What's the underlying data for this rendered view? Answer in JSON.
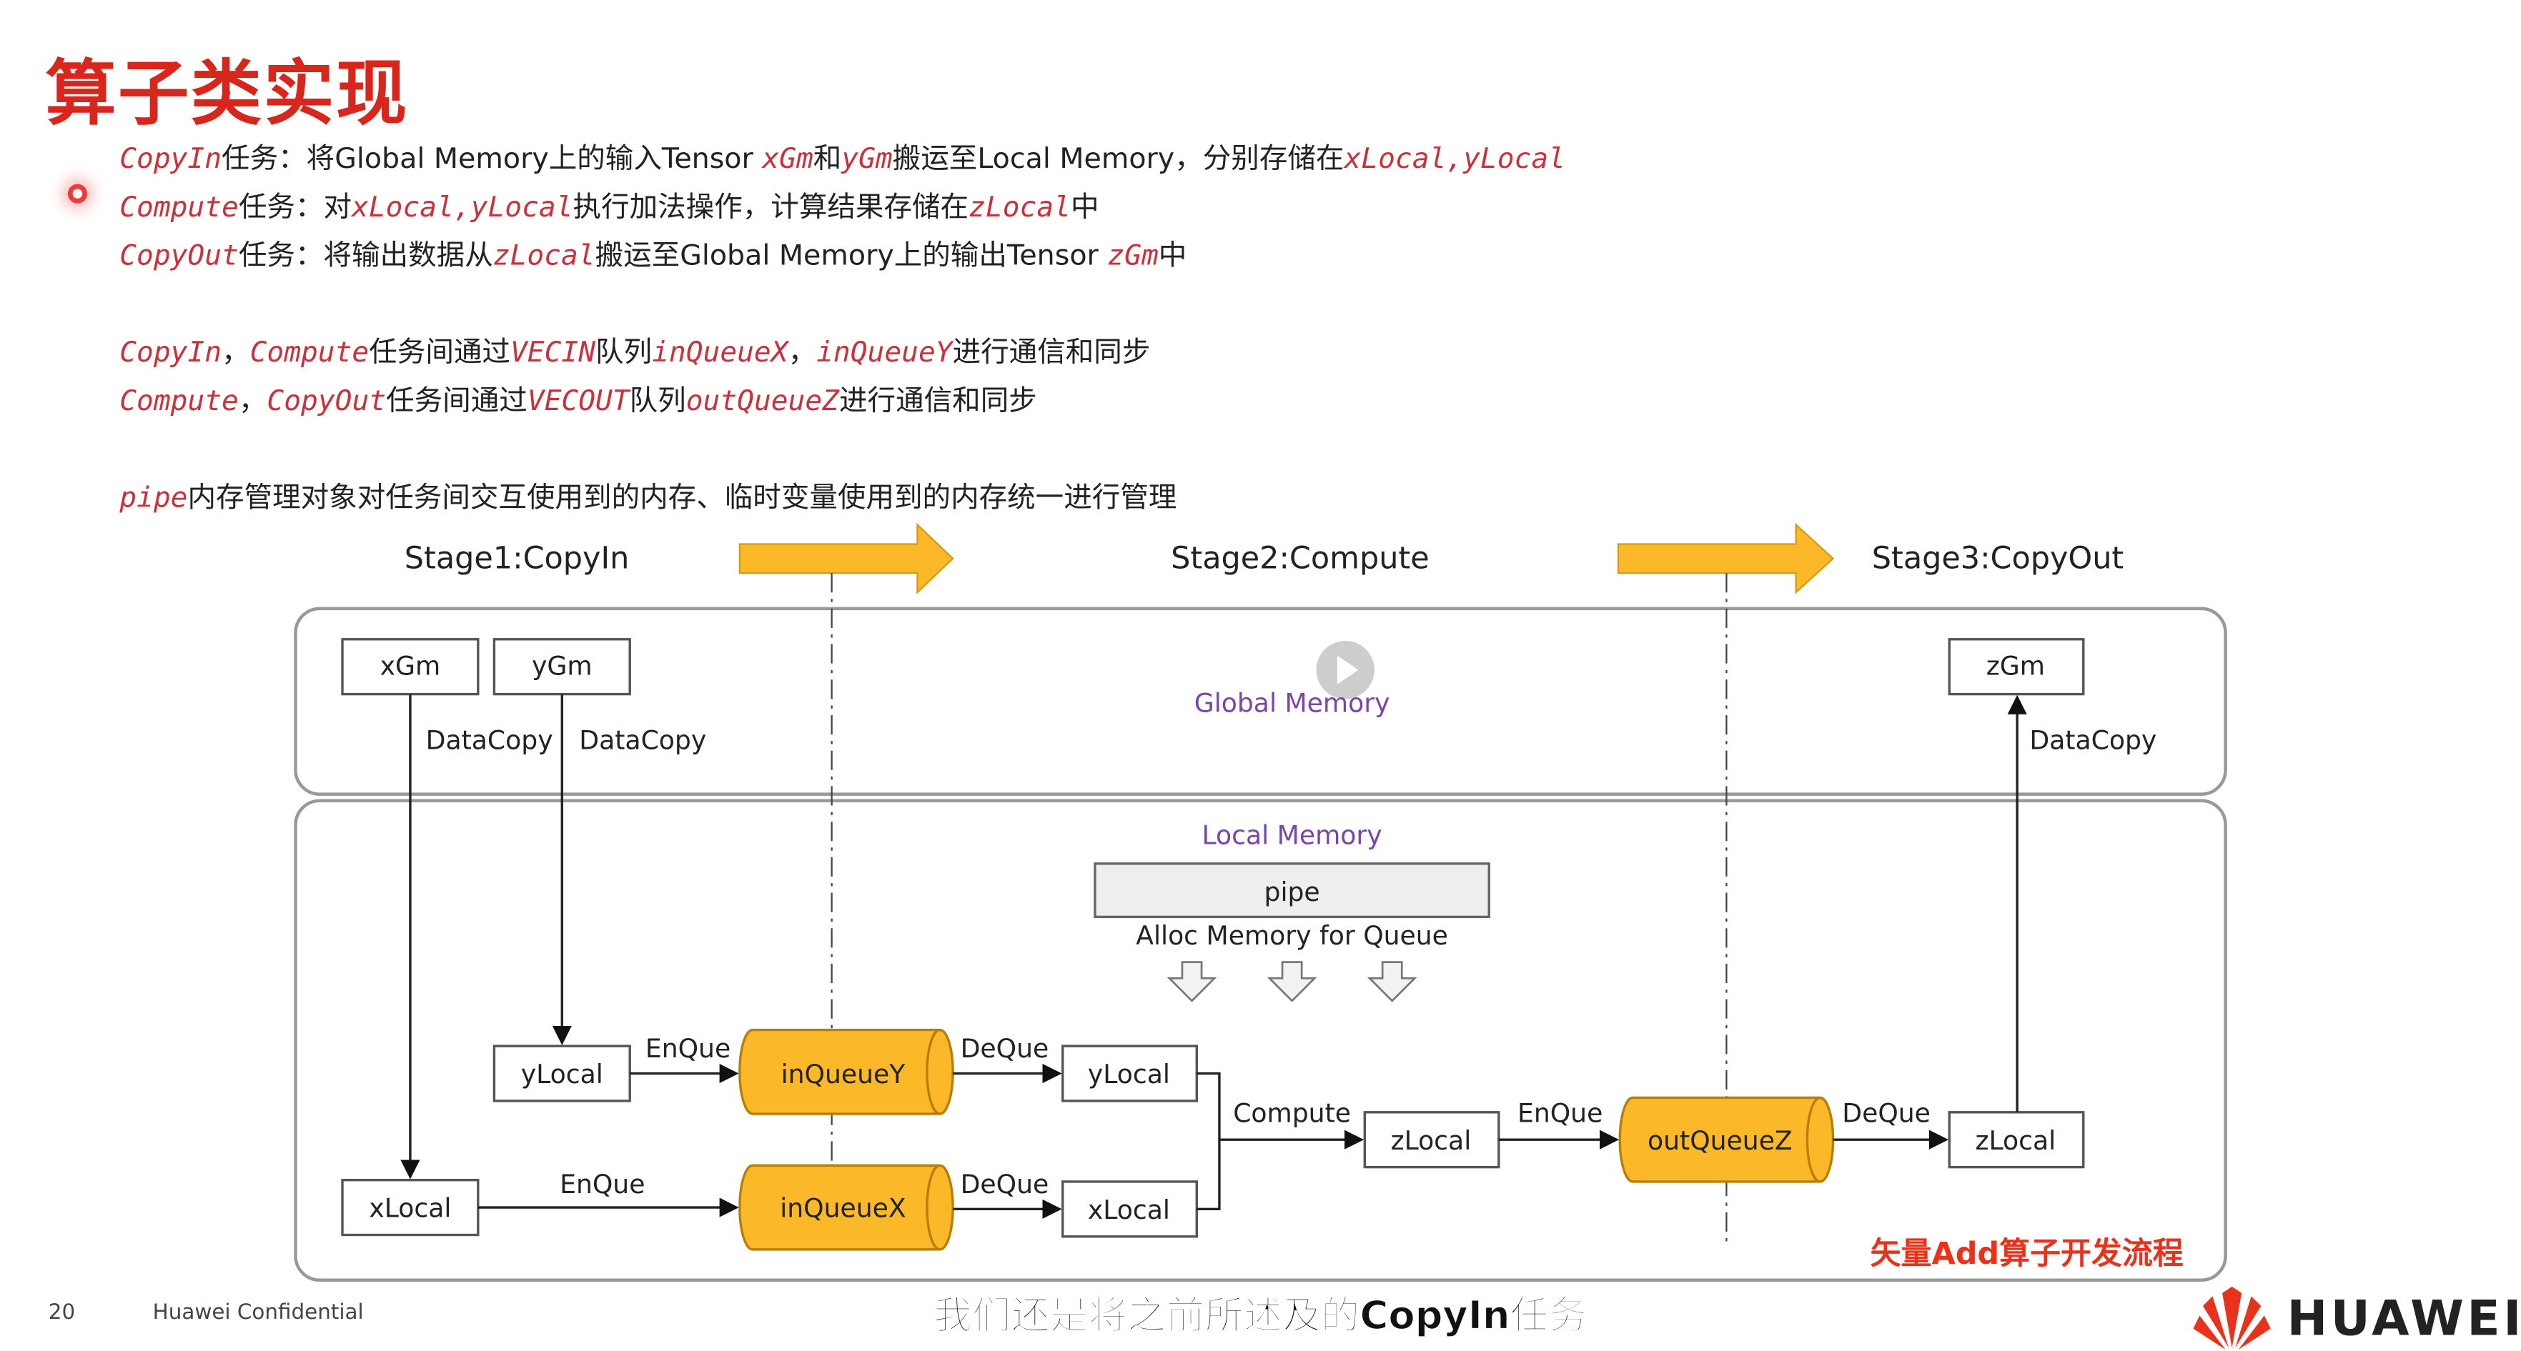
{
  "title": "算子类实现",
  "lines": [
    [
      {
        "t": "code",
        "v": "CopyIn"
      },
      {
        "t": "text",
        "v": "任务：将Global Memory上的输入Tensor "
      },
      {
        "t": "code",
        "v": "xGm"
      },
      {
        "t": "text",
        "v": "和"
      },
      {
        "t": "code",
        "v": "yGm"
      },
      {
        "t": "text",
        "v": "搬运至Local Memory，分别存储在"
      },
      {
        "t": "code",
        "v": "xLocal,yLocal"
      }
    ],
    [
      {
        "t": "code",
        "v": "Compute"
      },
      {
        "t": "text",
        "v": "任务：对"
      },
      {
        "t": "code",
        "v": "xLocal,yLocal"
      },
      {
        "t": "text",
        "v": "执行加法操作，计算结果存储在"
      },
      {
        "t": "code",
        "v": "zLocal"
      },
      {
        "t": "text",
        "v": "中"
      }
    ],
    [
      {
        "t": "code",
        "v": "CopyOut"
      },
      {
        "t": "text",
        "v": "任务：将输出数据从"
      },
      {
        "t": "code",
        "v": "zLocal"
      },
      {
        "t": "text",
        "v": "搬运至Global Memory上的输出Tensor "
      },
      {
        "t": "code",
        "v": "zGm"
      },
      {
        "t": "text",
        "v": "中"
      }
    ],
    [
      {
        "t": "code",
        "v": "CopyIn"
      },
      {
        "t": "text",
        "v": "，"
      },
      {
        "t": "code",
        "v": "Compute"
      },
      {
        "t": "text",
        "v": "任务间通过"
      },
      {
        "t": "code",
        "v": "VECIN"
      },
      {
        "t": "text",
        "v": "队列"
      },
      {
        "t": "code",
        "v": "inQueueX"
      },
      {
        "t": "text",
        "v": "，"
      },
      {
        "t": "code",
        "v": "inQueueY"
      },
      {
        "t": "text",
        "v": "进行通信和同步"
      }
    ],
    [
      {
        "t": "code",
        "v": "Compute"
      },
      {
        "t": "text",
        "v": "，"
      },
      {
        "t": "code",
        "v": "CopyOut"
      },
      {
        "t": "text",
        "v": "任务间通过"
      },
      {
        "t": "code",
        "v": "VECOUT"
      },
      {
        "t": "text",
        "v": "队列"
      },
      {
        "t": "code",
        "v": "outQueueZ"
      },
      {
        "t": "text",
        "v": "进行通信和同步"
      }
    ],
    [
      {
        "t": "code",
        "v": "pipe"
      },
      {
        "t": "text",
        "v": "内存管理对象对任务间交互使用到的内存、临时变量使用到的内存统一进行管理"
      }
    ]
  ],
  "diagram": {
    "stage1": "Stage1:CopyIn",
    "stage2": "Stage2:Compute",
    "stage3": "Stage3:CopyOut",
    "global_memory": "Global Memory",
    "local_memory": "Local Memory",
    "pipe": "pipe",
    "alloc": "Alloc Memory for Queue",
    "xgm": "xGm",
    "ygm": "yGm",
    "zgm": "zGm",
    "datacopy": "DataCopy",
    "ylocal": "yLocal",
    "xlocal": "xLocal",
    "zlocal": "zLocal",
    "inqueuey": "inQueueY",
    "inqueuex": "inQueueX",
    "outqueuez": "outQueueZ",
    "enque": "EnQue",
    "deque": "DeQue",
    "compute": "Compute",
    "caption": "矢量Add算子开发流程",
    "colors": {
      "queue": "#fbb829",
      "arrow": "#fbb829",
      "memory_label": "#7b45a8",
      "caption": "#e8321c"
    }
  },
  "subtitle": "我们还是将之前所述及的CopyIn任务",
  "footer": {
    "page": "20",
    "label": "Huawei Confidential"
  },
  "logo": "HUAWEI"
}
